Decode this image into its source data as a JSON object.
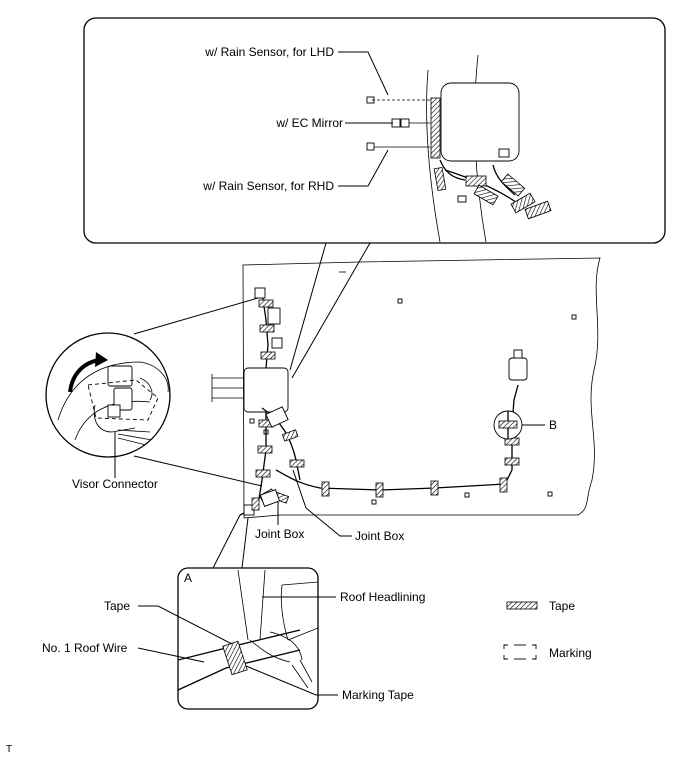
{
  "labels": {
    "rain_lhd": "w/ Rain Sensor, for LHD",
    "ec_mirror": "w/ EC Mirror",
    "rain_rhd": "w/ Rain Sensor, for RHD",
    "visor_connector": "Visor Connector",
    "joint_box_left": "Joint Box",
    "joint_box_right": "Joint Box",
    "point_b": "B",
    "detail_a": "A",
    "tape": "Tape",
    "roof_headlining": "Roof Headlining",
    "no1_roof_wire": "No. 1 Roof Wire",
    "marking_tape": "Marking Tape",
    "corner_mark": "T"
  },
  "legend": {
    "tape_label": "Tape",
    "marking_label": "Marking"
  }
}
